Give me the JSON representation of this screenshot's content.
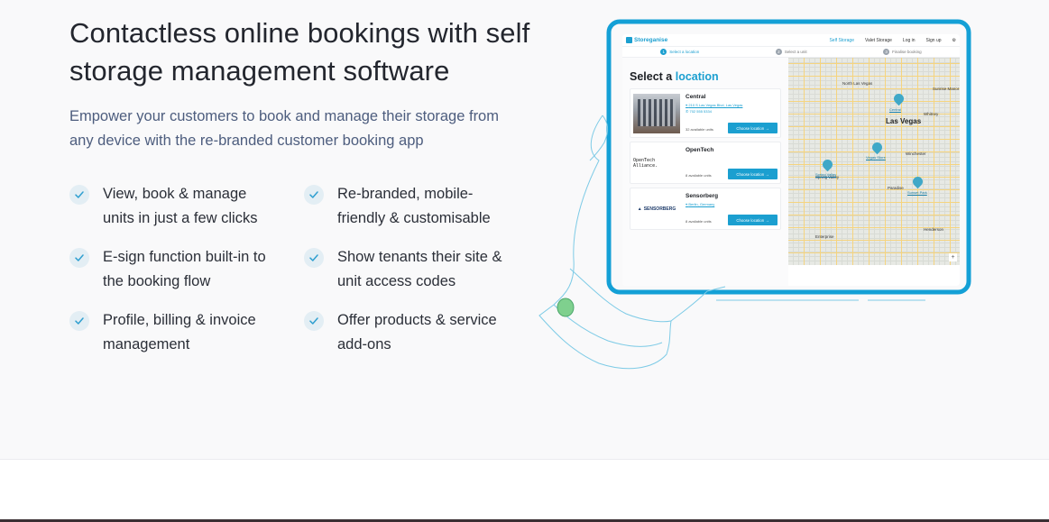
{
  "hero": {
    "headline": "Contactless online bookings with self storage management software",
    "subtitle": "Empower your customers to book and manage their storage from any device with the re-branded customer booking app",
    "features": [
      "View, book & manage units in just a few clicks",
      "Re-branded, mobile-friendly & customisable",
      "E-sign function built-in to the booking flow",
      "Show tenants their site & unit access codes",
      "Profile, billing & invoice management",
      "Offer products & service add-ons"
    ]
  },
  "app": {
    "logo": "Storeganise",
    "nav_links": [
      "Self Storage",
      "Valet Storage",
      "Log in",
      "Sign up"
    ],
    "steps": [
      {
        "num": "1",
        "label": "Select a location"
      },
      {
        "num": "2",
        "label": "Select a unit"
      },
      {
        "num": "3",
        "label": "Finalise booking"
      }
    ],
    "select_title_a": "Select a",
    "select_title_b": "location",
    "locations": [
      {
        "name": "Central",
        "address": "210 S Las Vegas Blvd, Las Vegas",
        "phone": "702 555 5334",
        "available": "32 available units",
        "button": "Choose location →"
      },
      {
        "name": "OpenTech",
        "logo": "OpenTech Alliance.",
        "available": "8 available units",
        "button": "Choose location →"
      },
      {
        "name": "Sensorberg",
        "logo": "SENSORBERG",
        "address": "Berlin, Germany",
        "available": "8 available units",
        "button": "Choose location →"
      }
    ],
    "map": {
      "city": "Las Vegas",
      "labels": [
        "North Las Vegas",
        "Sunrise Manor",
        "Winchester",
        "Spring Valley",
        "Paradise",
        "Enterprise",
        "Henderson",
        "Whitney"
      ],
      "pins": [
        "Central",
        "Vegas Store",
        "Spring Valley",
        "Sunset Park"
      ],
      "zoom": "+"
    }
  },
  "colors": {
    "accent": "#1b9fd0",
    "tablet_frame": "#14a0d6",
    "check_bg": "#e3eef4",
    "check_mark": "#2f9fd0"
  }
}
